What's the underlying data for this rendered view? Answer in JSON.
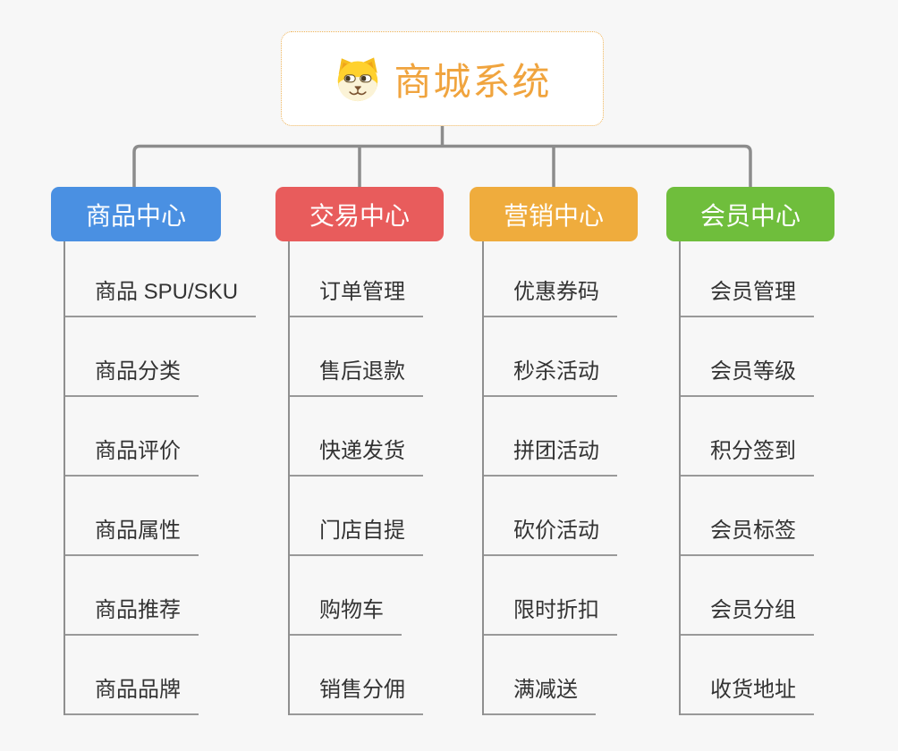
{
  "root": {
    "title": "商城系统",
    "icon": "dog-face-icon",
    "title_color": "#F0A43E",
    "border_color": "#EEB257",
    "background": "#FFFFFF"
  },
  "canvas_background": "#F7F7F7",
  "connector_color": "#8C8C8C",
  "underline_color": "#999999",
  "leaf_text_color": "#333333",
  "branches": [
    {
      "label": "商品中心",
      "color": "#4A90E2",
      "children": [
        {
          "label": "商品 SPU/SKU"
        },
        {
          "label": "商品分类"
        },
        {
          "label": "商品评价"
        },
        {
          "label": "商品属性"
        },
        {
          "label": "商品推荐"
        },
        {
          "label": "商品品牌"
        }
      ]
    },
    {
      "label": "交易中心",
      "color": "#E85C5C",
      "children": [
        {
          "label": "订单管理"
        },
        {
          "label": "售后退款"
        },
        {
          "label": "快递发货"
        },
        {
          "label": "门店自提"
        },
        {
          "label": "购物车"
        },
        {
          "label": "销售分佣"
        }
      ]
    },
    {
      "label": "营销中心",
      "color": "#EFAC3D",
      "children": [
        {
          "label": "优惠券码"
        },
        {
          "label": "秒杀活动"
        },
        {
          "label": "拼团活动"
        },
        {
          "label": "砍价活动"
        },
        {
          "label": "限时折扣"
        },
        {
          "label": "满减送"
        }
      ]
    },
    {
      "label": "会员中心",
      "color": "#6FBE3C",
      "children": [
        {
          "label": "会员管理"
        },
        {
          "label": "会员等级"
        },
        {
          "label": "积分签到"
        },
        {
          "label": "会员标签"
        },
        {
          "label": "会员分组"
        },
        {
          "label": "收货地址"
        }
      ]
    }
  ]
}
